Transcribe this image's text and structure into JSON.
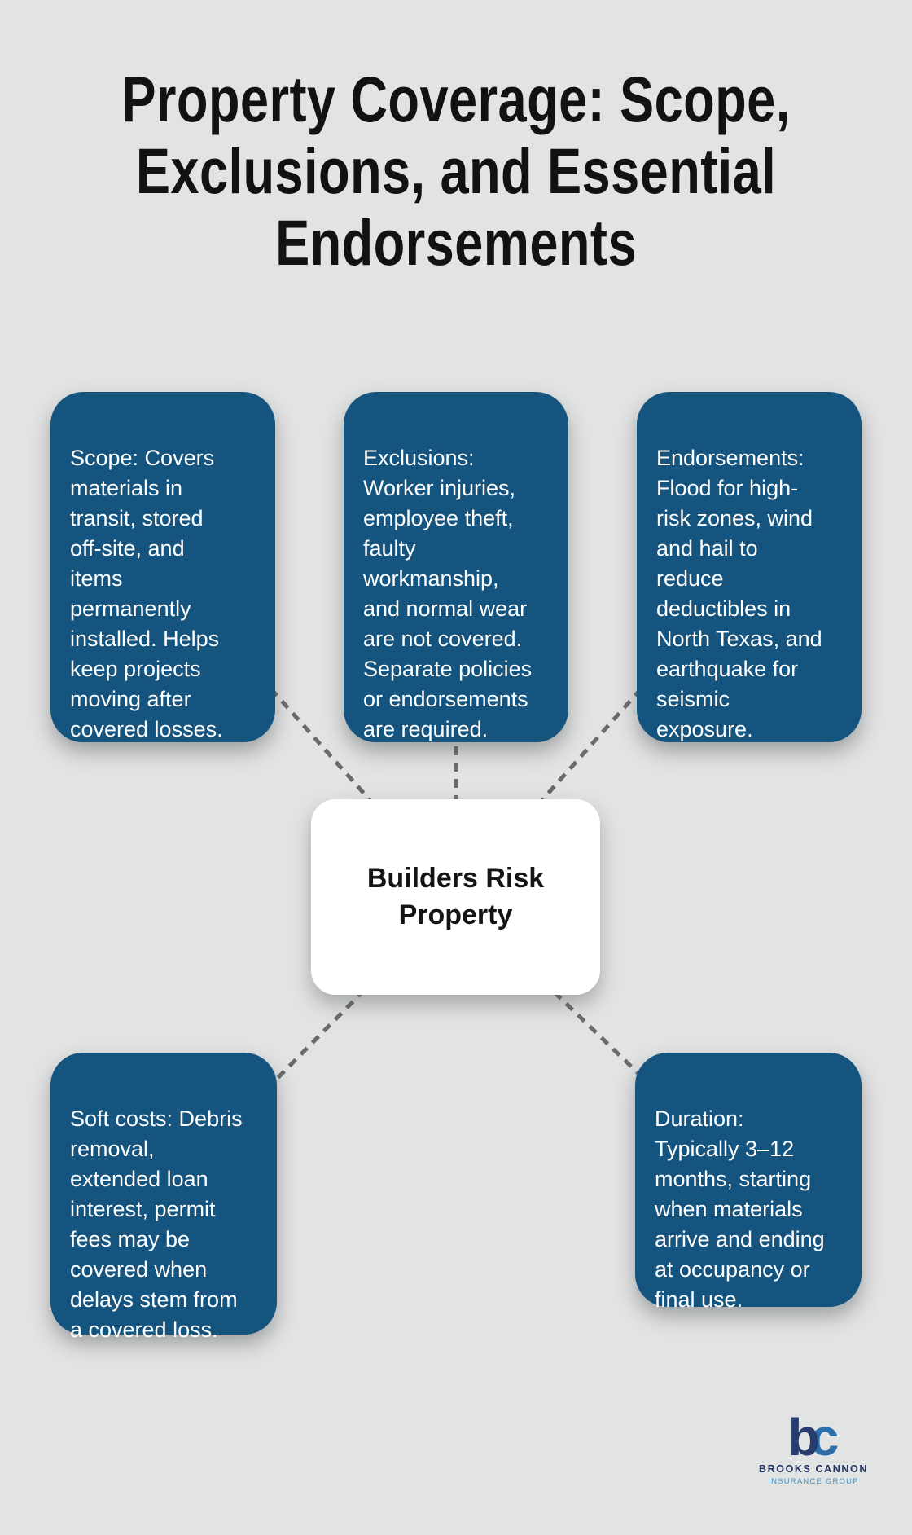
{
  "title": "Property Coverage: Scope,\nExclusions, and Essential\nEndorsements",
  "center": {
    "label": "Builders Risk\nProperty"
  },
  "cards": [
    {
      "id": "scope",
      "text": "Scope: Covers\nmaterials in\ntransit, stored\noff-site, and\nitems\npermanently\ninstalled. Helps\nkeep projects\nmoving after\ncovered losses."
    },
    {
      "id": "exclusions",
      "text": "Exclusions:\nWorker injuries,\nemployee theft,\nfaulty\nworkmanship,\nand normal wear\nare not covered.\nSeparate policies\nor endorsements\nare required."
    },
    {
      "id": "endorsements",
      "text": "Endorsements:\nFlood for high-\nrisk zones, wind\nand hail to\nreduce\ndeductibles in\nNorth Texas, and\nearthquake for\nseismic\nexposure."
    },
    {
      "id": "soft-costs",
      "text": "Soft costs: Debris\nremoval,\nextended loan\ninterest, permit\nfees may be\ncovered when\ndelays stem from\na covered loss."
    },
    {
      "id": "duration",
      "text": "Duration:\nTypically 3–12\nmonths, starting\nwhen materials\narrive and ending\nat occupancy or\nfinal use."
    }
  ],
  "logo": {
    "monogram_b": "b",
    "monogram_c": "c",
    "name": "BROOKS CANNON",
    "tagline": "INSURANCE GROUP"
  },
  "colors": {
    "background": "#e2e3e3",
    "card_blue": "#14547e",
    "card_text": "#ffffff",
    "title_text": "#111213",
    "connector_gray": "#6b6b6b",
    "logo_navy": "#253c6d",
    "logo_blue": "#2e6ea8",
    "logo_tagline_blue": "#4a8fc0"
  }
}
